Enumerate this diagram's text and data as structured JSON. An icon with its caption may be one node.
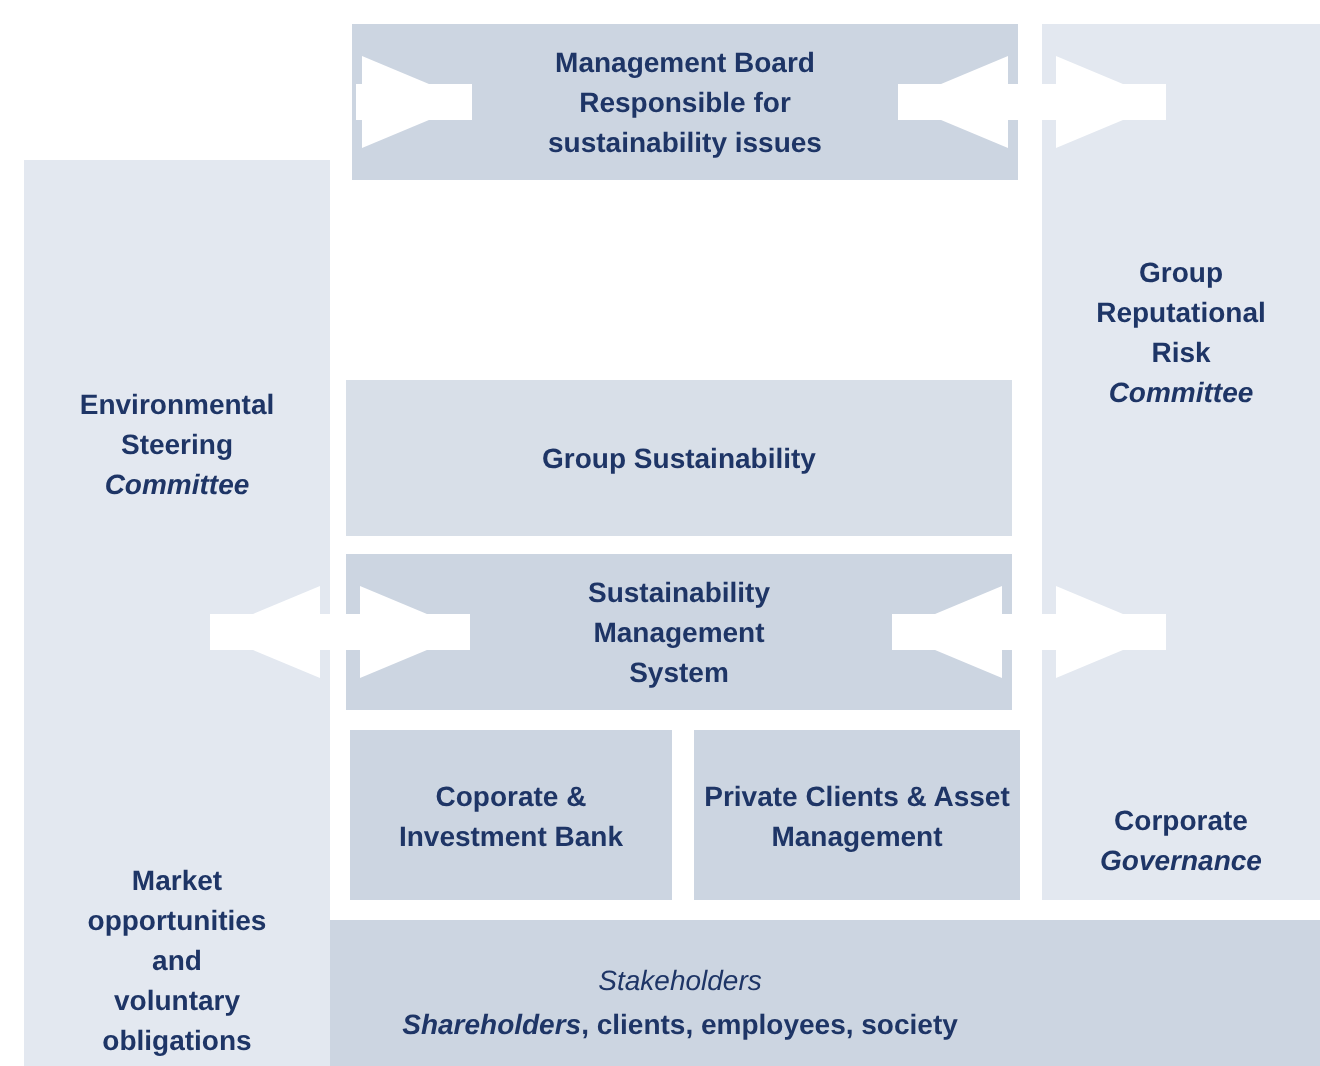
{
  "diagram": {
    "nodes": [
      {
        "text": [
          "Management Board Responsible for sustainability issues"
        ]
      },
      {
        "text": [
          "Environmental Steering *Committee*",
          "Market opportunities and voluntary obligations"
        ]
      },
      {
        "text": [
          "Group Reputational Risk *Committee*",
          "Corporate *Governance*"
        ]
      },
      {
        "text": [
          "Group Sustainability"
        ]
      },
      {
        "text": [
          "Sustainability Management System"
        ]
      },
      {
        "text": [
          "Coporate & Investment Bank"
        ]
      },
      {
        "text": [
          "Private Clients & Asset Management"
        ]
      },
      {
        "text": [
          "Stakeholders",
          "*Shareholders*, clients, employees, society"
        ]
      }
    ],
    "edges": [
      {
        "from": null,
        "to": 0,
        "arrow": "to"
      },
      {
        "from": 0,
        "to": 2,
        "arrow": "both"
      },
      {
        "from": 1,
        "to": 4,
        "arrow": "both"
      },
      {
        "from": 4,
        "to": 2,
        "arrow": "both"
      }
    ]
  }
}
